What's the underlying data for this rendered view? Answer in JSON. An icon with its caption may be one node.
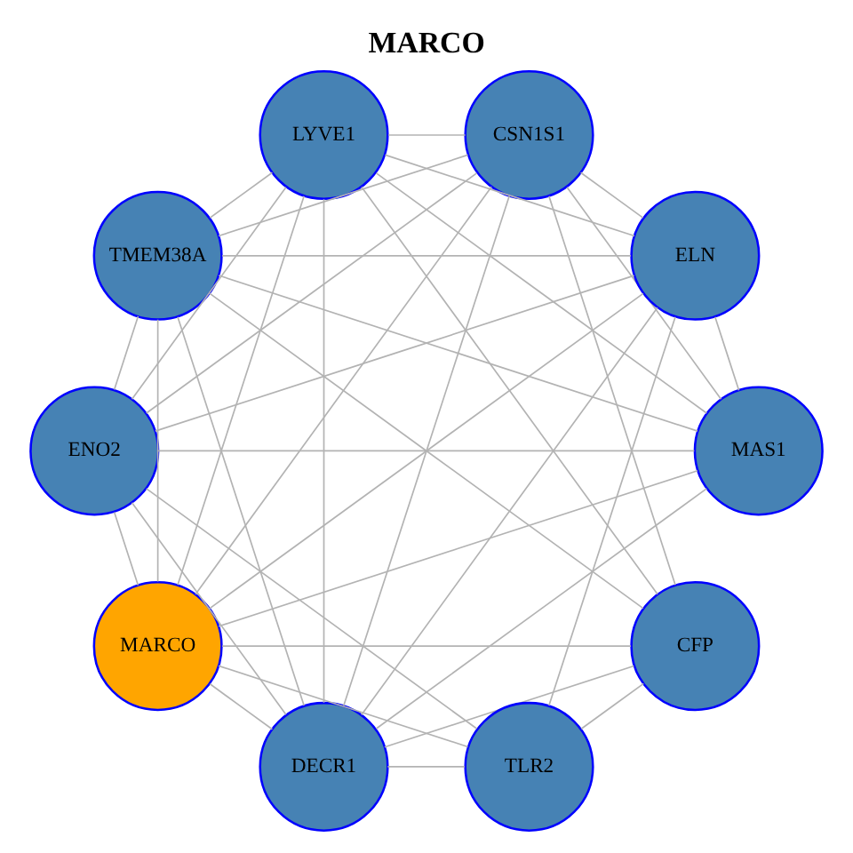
{
  "diagram": {
    "title": "MARCO",
    "nodes": [
      {
        "text": [
          "CFP"
        ]
      },
      {
        "text": [
          "CSN1S1"
        ]
      },
      {
        "text": [
          "DECR1"
        ]
      },
      {
        "text": [
          "LYVE1"
        ]
      },
      {
        "text": [
          "TLR2"
        ]
      },
      {
        "text": [
          "MARCO"
        ]
      },
      {
        "text": [
          "TMEM38A"
        ]
      },
      {
        "text": [
          "MAS1"
        ]
      },
      {
        "text": [
          "ENO2"
        ]
      },
      {
        "text": [
          "ELN"
        ]
      }
    ],
    "edges": [
      {
        "from": 0,
        "to": 4,
        "arrow": "none"
      },
      {
        "from": 0,
        "to": 2,
        "arrow": "none"
      },
      {
        "from": 0,
        "to": 6,
        "arrow": "none"
      },
      {
        "from": 0,
        "to": 5,
        "arrow": "none"
      },
      {
        "from": 0,
        "to": 1,
        "arrow": "none"
      },
      {
        "from": 0,
        "to": 3,
        "arrow": "none"
      },
      {
        "from": 1,
        "to": 2,
        "arrow": "none"
      },
      {
        "from": 1,
        "to": 3,
        "arrow": "none"
      },
      {
        "from": 1,
        "to": 6,
        "arrow": "none"
      },
      {
        "from": 1,
        "to": 8,
        "arrow": "none"
      },
      {
        "from": 1,
        "to": 5,
        "arrow": "none"
      },
      {
        "from": 1,
        "to": 9,
        "arrow": "none"
      },
      {
        "from": 1,
        "to": 7,
        "arrow": "none"
      },
      {
        "from": 2,
        "to": 3,
        "arrow": "none"
      },
      {
        "from": 2,
        "to": 4,
        "arrow": "none"
      },
      {
        "from": 2,
        "to": 6,
        "arrow": "none"
      },
      {
        "from": 2,
        "to": 8,
        "arrow": "none"
      },
      {
        "from": 2,
        "to": 9,
        "arrow": "none"
      },
      {
        "from": 2,
        "to": 5,
        "arrow": "none"
      },
      {
        "from": 2,
        "to": 7,
        "arrow": "none"
      },
      {
        "from": 3,
        "to": 5,
        "arrow": "none"
      },
      {
        "from": 3,
        "to": 7,
        "arrow": "none"
      },
      {
        "from": 3,
        "to": 9,
        "arrow": "none"
      },
      {
        "from": 3,
        "to": 8,
        "arrow": "none"
      },
      {
        "from": 3,
        "to": 6,
        "arrow": "none"
      },
      {
        "from": 4,
        "to": 5,
        "arrow": "none"
      },
      {
        "from": 4,
        "to": 8,
        "arrow": "none"
      },
      {
        "from": 4,
        "to": 9,
        "arrow": "none"
      },
      {
        "from": 5,
        "to": 6,
        "arrow": "none"
      },
      {
        "from": 5,
        "to": 8,
        "arrow": "none"
      },
      {
        "from": 5,
        "to": 9,
        "arrow": "none"
      },
      {
        "from": 5,
        "to": 7,
        "arrow": "none"
      },
      {
        "from": 6,
        "to": 7,
        "arrow": "none"
      },
      {
        "from": 6,
        "to": 8,
        "arrow": "none"
      },
      {
        "from": 6,
        "to": 9,
        "arrow": "none"
      },
      {
        "from": 7,
        "to": 8,
        "arrow": "none"
      },
      {
        "from": 7,
        "to": 9,
        "arrow": "none"
      },
      {
        "from": 8,
        "to": 9,
        "arrow": "none"
      }
    ]
  }
}
